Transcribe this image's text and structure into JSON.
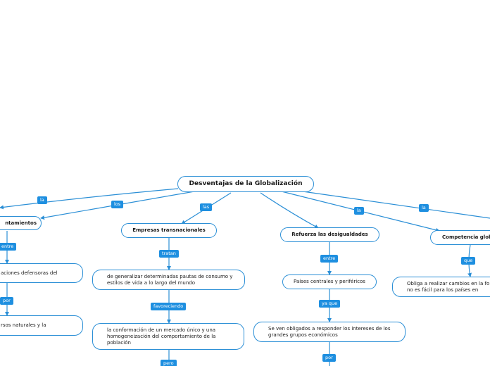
{
  "root": {
    "text": "Desventajas de la Globalización"
  },
  "nodes": {
    "asentamientos": "ntamientos",
    "organizaciones": "aciones defensoras del",
    "recursos": "rsos naturales y la",
    "empresas": "Empresas transnacionales",
    "pautas": "de generalizar determinadas pautas de consumo y estilos de vida a lo largo del mundo",
    "mercado": "la conformación de un mercado único y una homogeneización del comportamiento de la población",
    "refuerza": "Refuerza las desigualdades",
    "paises": "Países centrales y periféricos",
    "obligados": "Se ven obligados a responder los intereses de los grandes grupos económicos",
    "competencia": "Competencia glob",
    "obliga": "Obliga a realizar cambios en la fo que no es fácil para los países en"
  },
  "labels": {
    "la_left": "la",
    "los": "los",
    "las": "las",
    "la_mid": "la",
    "la_right": "la",
    "entre_left": "entre",
    "por_left": "por",
    "tratan": "tratan",
    "favoreciendo": "favoreciendo",
    "pero": "pero",
    "entre_mid": "entre",
    "ya_que": "ya que",
    "por_mid": "por",
    "que": "que"
  },
  "colors": {
    "line": "#2b8fd6",
    "label_bg": "#1e8fe0",
    "node_border": "#2b8fd6"
  }
}
